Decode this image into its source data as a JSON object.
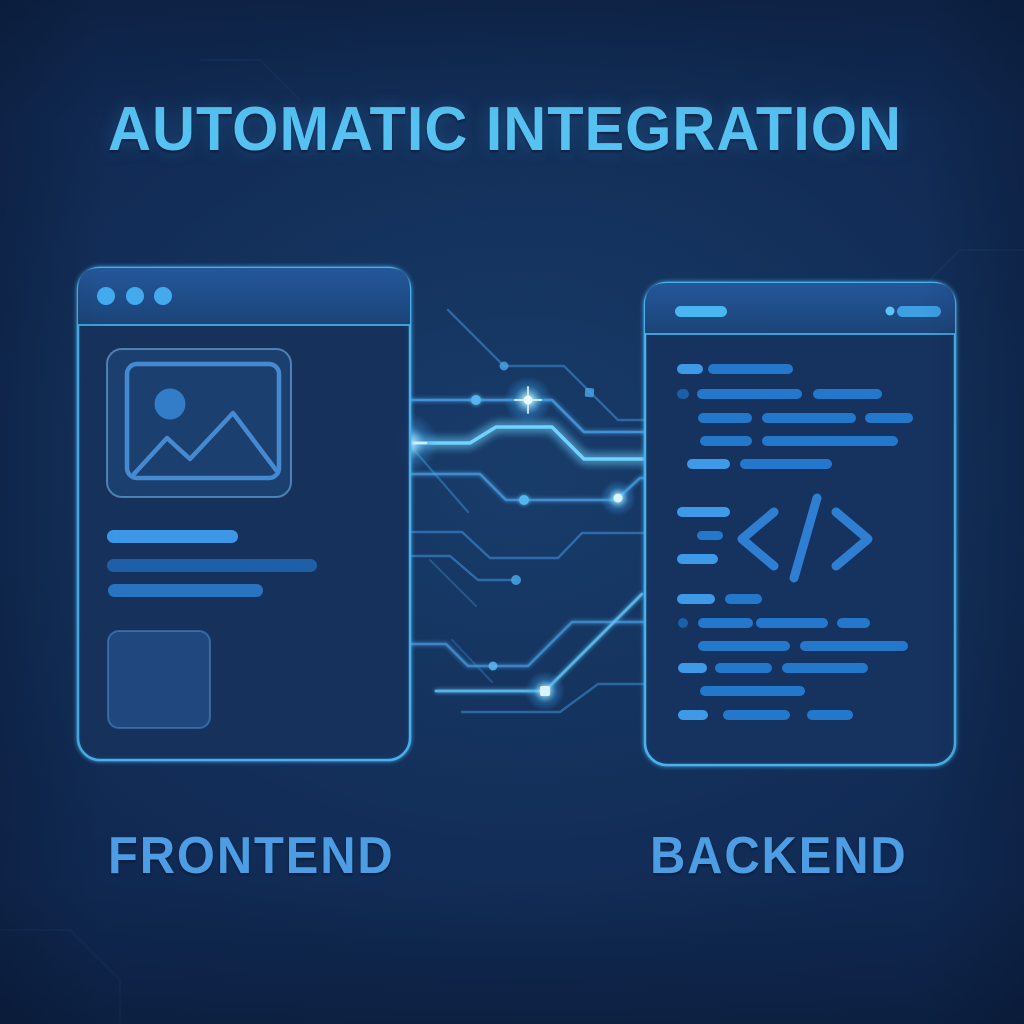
{
  "header": {
    "title": "AUTOMATIC INTEGRATION"
  },
  "labels": {
    "frontend": "FRONTEND",
    "backend": "BACKEND"
  },
  "colors": {
    "background": "#0f2750",
    "title_text": "#56c2f2",
    "label_text": "#4c9de3",
    "window_border": "#47afec",
    "window_header_fill": "#1d4a83",
    "window_body_fill": "#14315c",
    "code_pill": "#2478cc",
    "code_pill_bright": "#3e9ae6",
    "circuit_trace": "#3c8fd8",
    "circuit_trace_bright": "#6fd2ff",
    "glow_node": "#bdeeff"
  },
  "icons": {
    "browser_dots": "window-control-dots-icon",
    "image_placeholder": "image-icon",
    "code_glyph": "code-icon",
    "circuit_node": "circuit-node-icon",
    "glow_star": "glow-star-icon"
  }
}
